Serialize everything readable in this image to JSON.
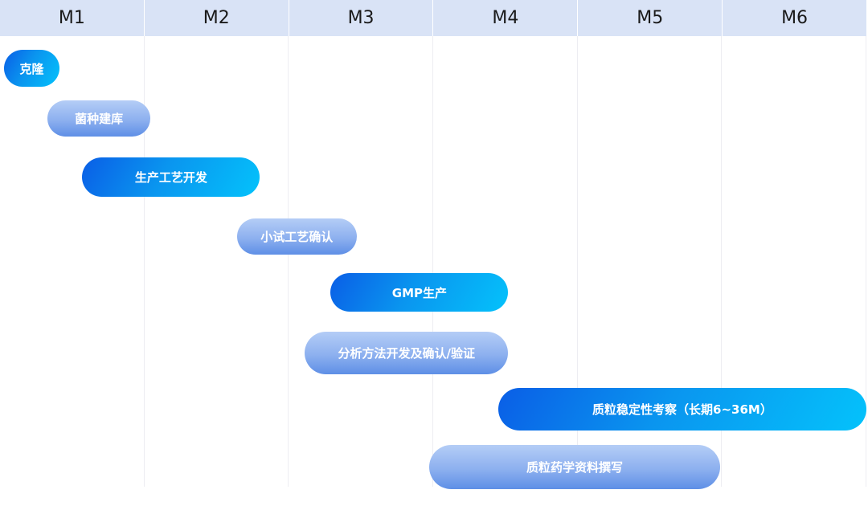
{
  "months": [
    "M1",
    "M2",
    "M3",
    "M4",
    "M5",
    "M6"
  ],
  "tasks": [
    {
      "label": "克隆",
      "start": 0.03,
      "end": 0.41,
      "style": "dark"
    },
    {
      "label": "菌种建库",
      "start": 0.33,
      "end": 1.04,
      "style": "light"
    },
    {
      "label": "生产工艺开发",
      "start": 0.57,
      "end": 1.8,
      "style": "dark"
    },
    {
      "label": "小试工艺确认",
      "start": 1.64,
      "end": 2.47,
      "style": "light"
    },
    {
      "label": "GMP生产",
      "start": 2.29,
      "end": 3.52,
      "style": "dark"
    },
    {
      "label": "分析方法开发及确认/验证",
      "start": 2.11,
      "end": 3.52,
      "style": "light"
    },
    {
      "label": "质粒稳定性考察（长期6~36M）",
      "start": 3.45,
      "end": 6.0,
      "style": "dark"
    },
    {
      "label": "质粒药学资料撰写",
      "start": 2.97,
      "end": 4.99,
      "style": "light"
    }
  ]
}
